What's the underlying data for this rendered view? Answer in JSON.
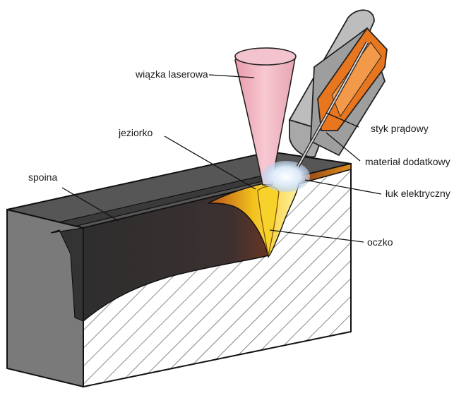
{
  "labels": {
    "laser_beam": "wiązka laserowa",
    "weld_pool": "jeziorko",
    "weld": "spoina",
    "contact_tip": "styk prądowy",
    "filler_material": "materiał dodatkowy",
    "electric_arc": "łuk elektryczny",
    "keyhole": "oczko"
  },
  "colors": {
    "workpiece_face": "#3a3a3a",
    "workpiece_top": "#555555",
    "laser": "#f4b8c4",
    "torch_body": "#c8c8c8",
    "filler": "#e8761e",
    "molten": "#f2c21b",
    "arc": "#dbe9f8"
  }
}
